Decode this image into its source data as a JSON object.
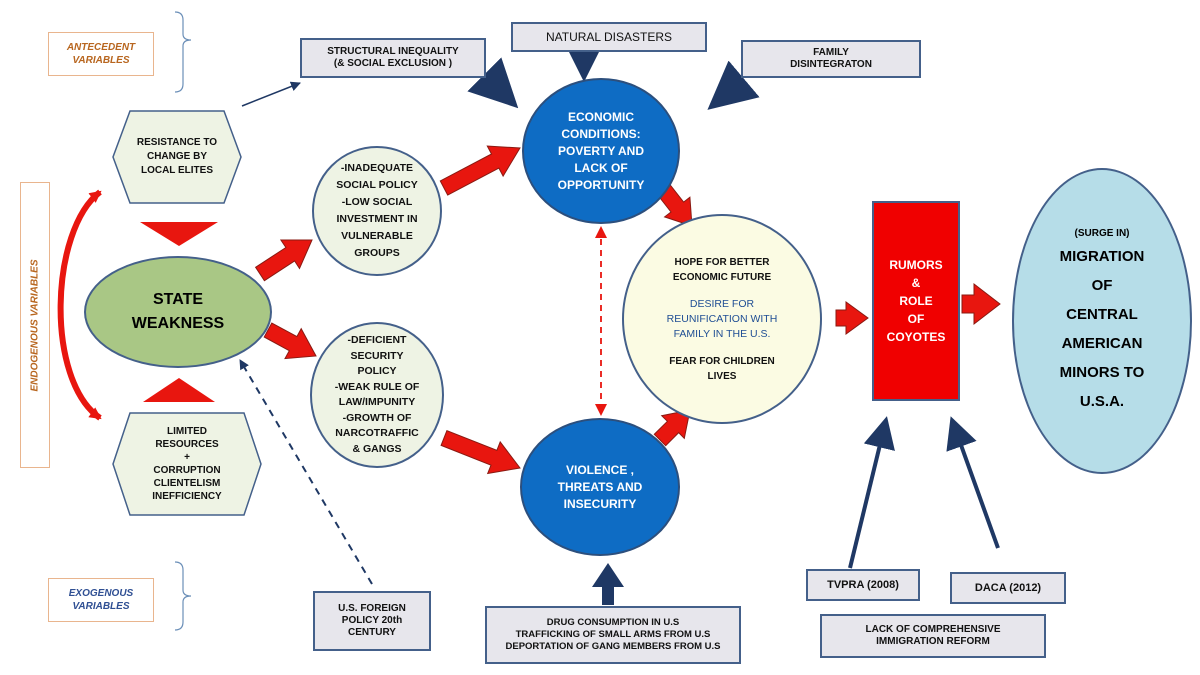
{
  "labels": {
    "antecedent": [
      "ANTECEDENT",
      "VARIABLES"
    ],
    "endogenous": "ENDOGENOUS VARIABLES",
    "exogenous": [
      "EXOGENOUS",
      "VARIABLES"
    ]
  },
  "nodes": {
    "structural_inequality": [
      "STRUCTURAL INEQUALITY",
      "(& SOCIAL EXCLUSION )"
    ],
    "natural_disasters": [
      "NATURAL DISASTERS"
    ],
    "family_disintegration": [
      "FAMILY",
      "DISINTEGRATON"
    ],
    "resistance_to_change": [
      "RESISTANCE TO",
      "CHANGE BY",
      "LOCAL ELITES"
    ],
    "state_weakness": [
      "STATE",
      "WEAKNESS"
    ],
    "limited_resources": [
      "LIMITED",
      "RESOURCES",
      "+",
      "CORRUPTION",
      "CLIENTELISM",
      "INEFFICIENCY"
    ],
    "inadequate_social_policy": [
      "-INADEQUATE",
      "SOCIAL POLICY",
      "-LOW SOCIAL",
      "INVESTMENT IN",
      "VULNERABLE",
      "GROUPS"
    ],
    "deficient_security_policy": [
      "-DEFICIENT",
      "SECURITY",
      "POLICY",
      "-WEAK RULE OF",
      "LAW/IMPUNITY",
      "-GROWTH OF",
      "NARCOTRAFFIC",
      "& GANGS"
    ],
    "economic_conditions": [
      "ECONOMIC",
      "CONDITIONS:",
      "POVERTY AND",
      "LACK OF",
      "OPPORTUNITY"
    ],
    "violence": [
      "VIOLENCE ,",
      "THREATS AND",
      "INSECURITY"
    ],
    "hope": {
      "economic": [
        "HOPE FOR BETTER",
        "ECONOMIC FUTURE"
      ],
      "reunification": [
        "DESIRE FOR",
        "REUNIFICATION WITH",
        "FAMILY IN THE U.S."
      ],
      "fear": [
        "FEAR FOR CHILDREN",
        "LIVES"
      ]
    },
    "rumors": [
      "RUMORS",
      "&",
      "ROLE",
      "OF",
      "COYOTES"
    ],
    "migration": {
      "prefix": "(SURGE IN)",
      "lines": [
        "MIGRATION",
        "OF",
        "CENTRAL",
        "AMERICAN",
        "MINORS TO",
        "U.S.A."
      ]
    },
    "us_foreign_policy": [
      "U.S. FOREIGN",
      "POLICY 20th",
      "CENTURY"
    ],
    "drug_consumption": [
      "DRUG CONSUMPTION IN U.S",
      "TRAFFICKING OF SMALL ARMS FROM U.S",
      "DEPORTATION OF GANG MEMBERS FROM U.S"
    ],
    "tvpra": [
      "TVPRA (2008)"
    ],
    "daca": [
      "DACA (2012)"
    ],
    "immigration_reform": [
      "LACK OF COMPREHENSIVE",
      "IMMIGRATION REFORM"
    ]
  },
  "colors": {
    "dark_blue": "#0e6cc4",
    "navy": "#1f3864",
    "red_arrow": "#e8160f",
    "red_box": "#f00000",
    "green_ellipse": "#a9c785",
    "pale_green": "#eef3e4",
    "pale_yellow": "#fbfbe3",
    "light_blue": "#b6dde8",
    "gray_box": "#e7e6ec"
  }
}
